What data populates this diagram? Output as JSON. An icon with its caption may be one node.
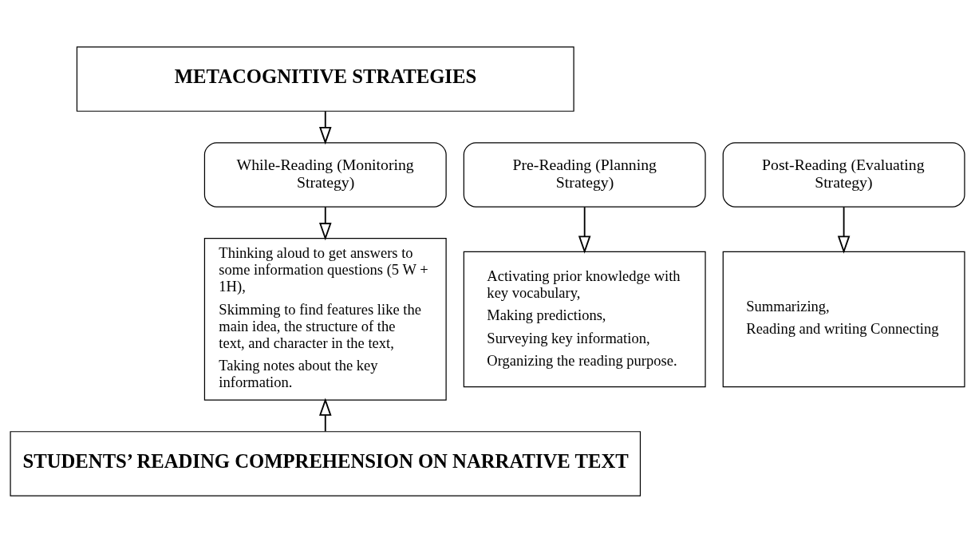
{
  "diagram": {
    "nodes": [
      {
        "text": [
          "METACOGNITIVE STRATEGIES"
        ]
      },
      {
        "text": [
          "Pre-Reading (Planning Strategy)"
        ]
      },
      {
        "text": [
          "While-Reading (Monitoring Strategy)"
        ]
      },
      {
        "text": [
          "Post-Reading (Evaluating Strategy)"
        ]
      },
      {
        "text": [
          "Activating prior knowledge with key vocabulary,",
          "Making predictions,",
          "Surveying key information,",
          "Organizing the reading purpose."
        ]
      },
      {
        "text": [
          "Thinking aloud to get answers to some information questions (5 W + 1H),",
          "Skimming to find features like the main idea, the structure of the text, and character in the text,",
          "Taking notes about the key information."
        ]
      },
      {
        "text": [
          "Summarizing,",
          "Reading and writing Connecting"
        ]
      },
      {
        "text": [
          "STUDENTS’ READING COMPREHENSION ON NARRATIVE TEXT"
        ]
      }
    ],
    "edges": [
      {
        "from": 0,
        "to": 2,
        "arrow": "to"
      },
      {
        "from": 1,
        "to": 4,
        "arrow": "to"
      },
      {
        "from": 2,
        "to": 5,
        "arrow": "to"
      },
      {
        "from": 3,
        "to": 6,
        "arrow": "to"
      },
      {
        "from": 7,
        "to": 5,
        "arrow": "to"
      }
    ]
  }
}
